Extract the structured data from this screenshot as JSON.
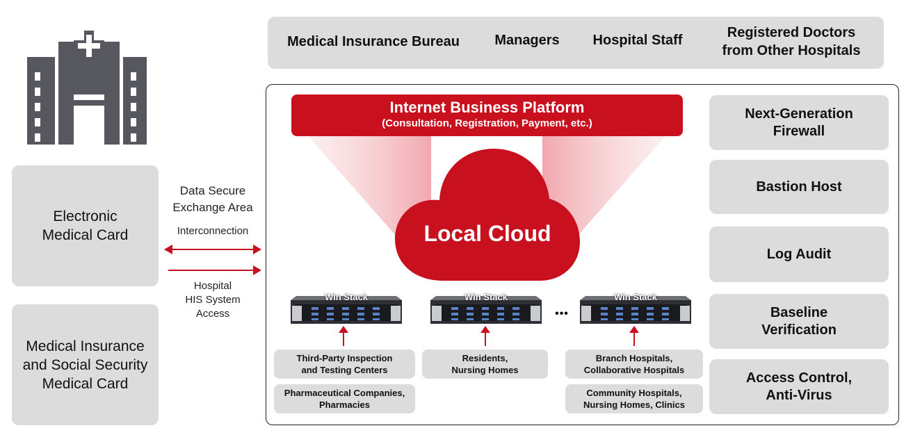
{
  "colors": {
    "accent": "#c8101e",
    "panel": "#dcdcdc",
    "icon": "#57575f"
  },
  "left": {
    "icon": "hospital-icon",
    "card1": "Electronic\nMedical Card",
    "card2": "Medical Insurance\nand Social Security\nMedical Card"
  },
  "exchange": {
    "title": "Data Secure\nExchange Area",
    "interconnection": "Interconnection",
    "his_access": "Hospital\nHIS System\nAccess"
  },
  "top_users": [
    "Medical Insurance Bureau",
    "Managers",
    "Hospital Staff",
    "Registered Doctors\nfrom Other Hospitals"
  ],
  "platform": {
    "title": "Internet Business Platform",
    "subtitle": "(Consultation, Registration, Payment, etc.)"
  },
  "cloud": "Local Cloud",
  "servers": [
    "Win Stack",
    "Win Stack",
    "Win Stack"
  ],
  "ellipsis": "•••",
  "groups": {
    "g1": [
      "Third-Party Inspection\nand Testing Centers",
      "Pharmaceutical Companies,\nPharmacies"
    ],
    "g2": [
      "Residents,\nNursing Homes"
    ],
    "g3": [
      "Branch Hospitals,\nCollaborative Hospitals",
      "Community Hospitals,\nNursing Homes, Clinics"
    ]
  },
  "security": [
    "Next-Generation\nFirewall",
    "Bastion Host",
    "Log Audit",
    "Baseline\nVerification",
    "Access Control,\nAnti-Virus"
  ]
}
